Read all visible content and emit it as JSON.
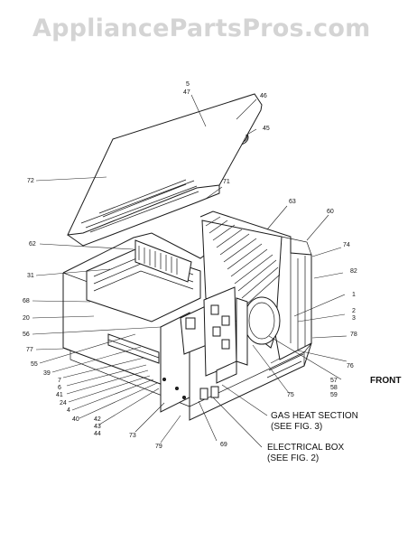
{
  "watermark": "AppliancePartsPros.com",
  "part_labels": {
    "p5": "5",
    "p47": "47",
    "p46": "46",
    "p45": "45",
    "p72": "72",
    "p71": "71",
    "p63": "63",
    "p60": "60",
    "p62": "62",
    "p74": "74",
    "p82": "82",
    "p31": "31",
    "p68": "68",
    "p1": "1",
    "p20": "20",
    "p2": "2",
    "p3": "3",
    "p56": "56",
    "p78": "78",
    "p77": "77",
    "p55": "55",
    "p39": "39",
    "p76": "76",
    "p7": "7",
    "p6": "6",
    "p41": "41",
    "p57": "57",
    "p58": "58",
    "p59": "59",
    "p24": "24",
    "p4": "4",
    "p75": "75",
    "p40": "40",
    "p42": "42",
    "p43": "43",
    "p44": "44",
    "p73": "73",
    "p79": "79",
    "p69": "69"
  },
  "callouts": {
    "front": "FRONT",
    "gas_heat_line1": "GAS HEAT SECTION",
    "gas_heat_line2": "(SEE FIG. 3)",
    "electrical_line1": "ELECTRICAL BOX",
    "electrical_line2": "(SEE FIG. 2)"
  }
}
